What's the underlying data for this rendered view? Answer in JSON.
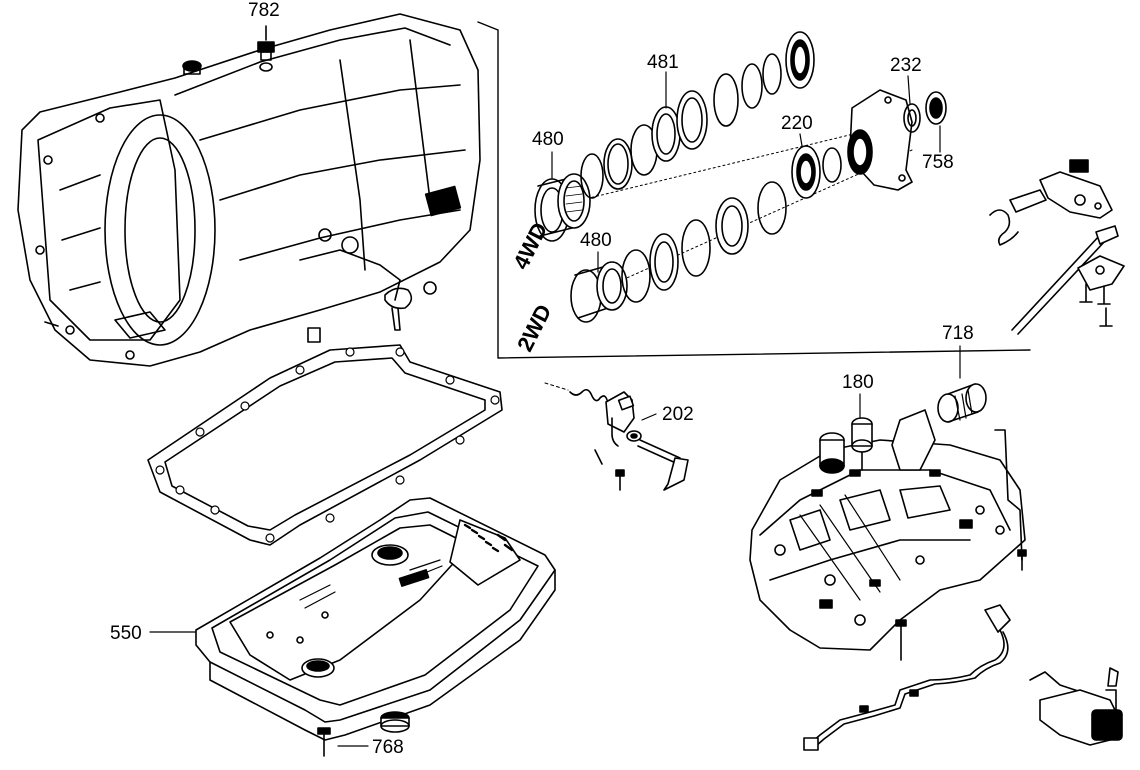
{
  "callouts": {
    "c782": "782",
    "c481": "481",
    "c232": "232",
    "c480a": "480",
    "c220": "220",
    "c758": "758",
    "c480b": "480",
    "c718": "718",
    "c180": "180",
    "c202": "202",
    "c550": "550",
    "c768": "768"
  },
  "drive_labels": {
    "four_wd": "4WD",
    "two_wd": "2WD"
  },
  "colors": {
    "line": "#000000",
    "background": "#ffffff",
    "shade": "#cfcfcf"
  }
}
